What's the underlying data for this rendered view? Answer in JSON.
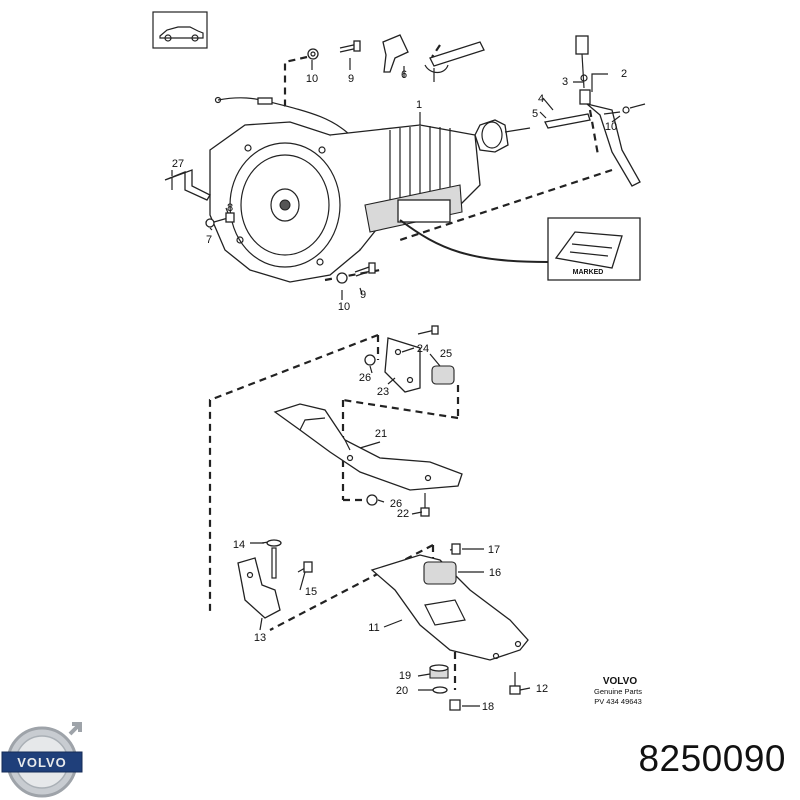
{
  "callouts": {
    "c1": "1",
    "c2": "2",
    "c3": "3",
    "c4": "4",
    "c5": "5",
    "c6": "6",
    "c7": "7",
    "c8": "8",
    "c9a": "9",
    "c9b": "9",
    "c10a": "10",
    "c10b": "10",
    "c10c": "10",
    "c11": "11",
    "c12": "12",
    "c13": "13",
    "c14": "14",
    "c15": "15",
    "c16": "16",
    "c17": "17",
    "c18": "18",
    "c19": "19",
    "c20": "20",
    "c21": "21",
    "c22": "22",
    "c23": "23",
    "c24": "24",
    "c25": "25",
    "c26a": "26",
    "c26b": "26",
    "c27": "27"
  },
  "detail_plate_label": "MARKED",
  "brand": {
    "name": "VOLVO",
    "subtitle": "Genuine Parts",
    "code": "PV 434 49643"
  },
  "logo_text": "VOLVO",
  "part_number": "8250090",
  "colors": {
    "ink": "#222222",
    "logo_blue": "#1f3f7a",
    "logo_silver": "#b9bdc2"
  }
}
